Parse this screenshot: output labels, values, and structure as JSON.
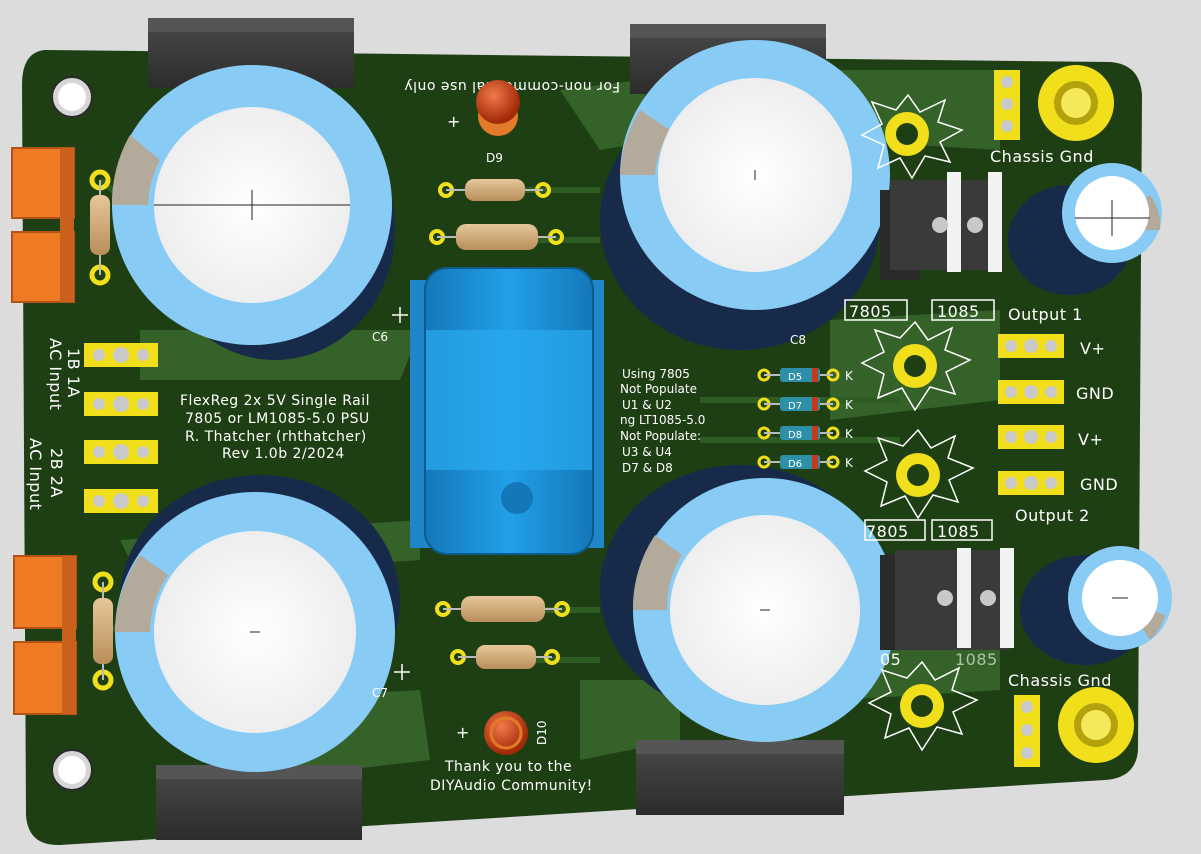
{
  "board": {
    "colors": {
      "background": "#dcdcdc",
      "pcb": "#1e3f14",
      "copper_trace": "#3a6b26",
      "pad_gold": "#f0df1a",
      "capacitor_sleeve": "#88ccf5",
      "capacitor_top": "#f7f7f7",
      "fuse_orange": "#ef7a24",
      "heatsink": "#3a3a3a",
      "transformer_blue": "#1b8fd6",
      "led_red": "#c83a10"
    },
    "silkscreen": {
      "top_note": "For non-commercial use only",
      "title_line1": "FlexReg 2x 5V Single Rail",
      "title_line2": "7805 or LM1085-5.0 PSU",
      "title_line3": "R. Thatcher (rhthatcher)",
      "title_line4": "Rev 1.0b 2/2024",
      "note_line1": "Using 7805",
      "note_line2": "Not Populate",
      "note_line3": "U1 & U2",
      "note_line4": "ng LT1085-5.0",
      "note_line5": "Not Populate:",
      "note_line6": "U3 & U4",
      "note_line7": "D7 & D8",
      "thanks_line1": "Thank you to the",
      "thanks_line2": "DIYAudio Community!",
      "chassis_gnd_top": "Chassis Gnd",
      "chassis_gnd_bottom": "Chassis Gnd",
      "output1": "Output 1",
      "output2": "Output 2",
      "vplus_1": "V+",
      "gnd_1": "GND",
      "vplus_2": "V+",
      "gnd_2": "GND",
      "reg_top_a": "7805",
      "reg_top_b": "1085",
      "reg_bot_a": "7805",
      "reg_bot_b": "1085",
      "reg_bot_a_partial": "05",
      "reg_bot_b_partial": "1085",
      "ac_input_1_a": "AC Input",
      "ac_input_1_b": "1B 1A",
      "ac_input_2_a": "2B 2A",
      "ac_input_2_b": "AC Input",
      "d9": "D9",
      "d10": "D10",
      "c6": "C6",
      "c7": "C7",
      "c8": "C8",
      "plus_top": "+",
      "plus_bottom": "+",
      "diode_d5": "D5",
      "diode_d7": "D7",
      "diode_d8": "D8",
      "diode_d6": "D6",
      "k": "K"
    }
  }
}
